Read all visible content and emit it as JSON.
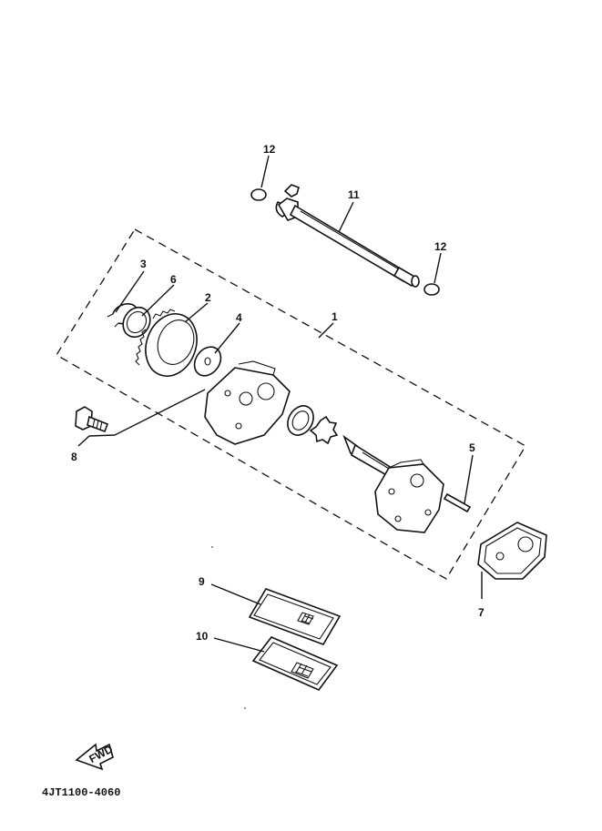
{
  "callouts": {
    "c1": "1",
    "c2": "2",
    "c3": "3",
    "c4": "4",
    "c5": "5",
    "c6": "6",
    "c7": "7",
    "c8": "8",
    "c9": "9",
    "c10": "10",
    "c11": "11",
    "c12a": "12",
    "c12b": "12"
  },
  "fwd_label": "FWD",
  "diagram_code": "4JT1100-4060"
}
